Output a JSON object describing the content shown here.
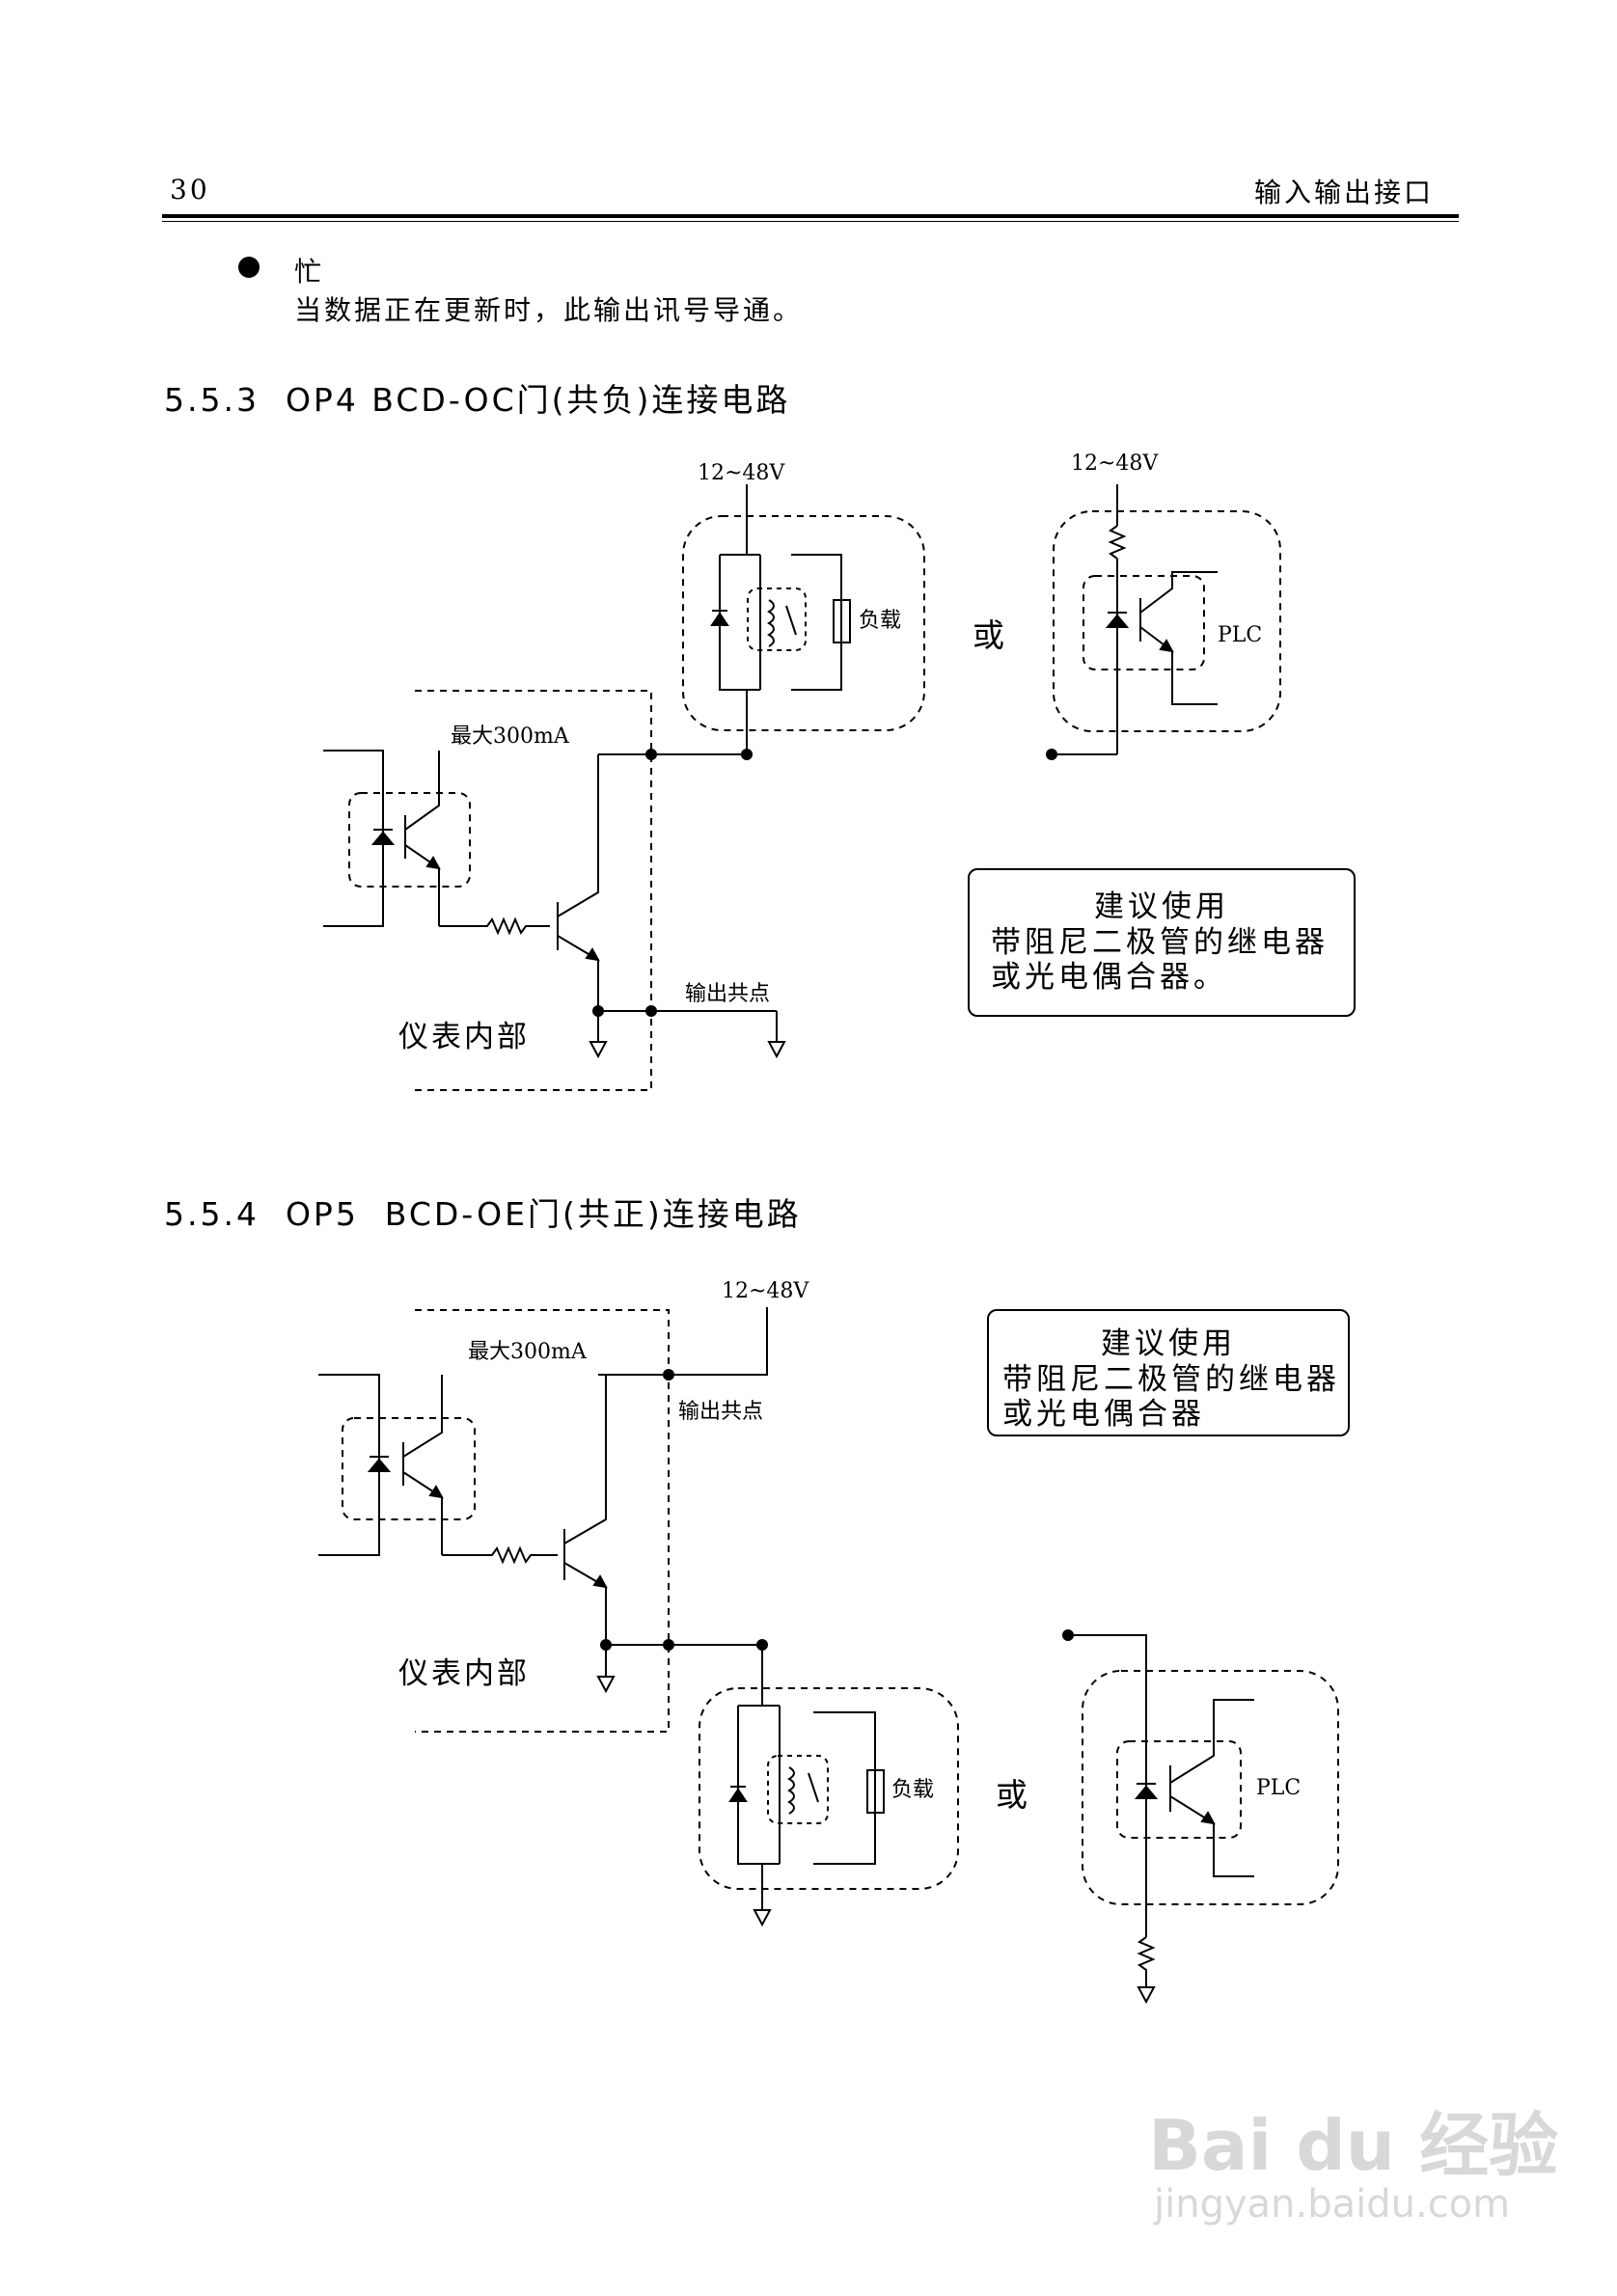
{
  "header": {
    "page_number": "30",
    "chapter_title": "输入输出接口"
  },
  "intro": {
    "bullet_title": "忙",
    "bullet_text": "当数据正在更新时，此输出讯号导通。"
  },
  "section1": {
    "title": "5.5.3  OP4 BCD-OC门(共负)连接电路",
    "supply_label": "12~48V",
    "load_label": "负载",
    "or_label": "或",
    "plc_label": "PLC",
    "max_current_label": "最大300mA",
    "common_label": "输出共点",
    "internal_label": "仪表内部",
    "recommend": {
      "title": "建议使用",
      "line1": "带阻尼二极管的继电器",
      "line2": "或光电偶合器。"
    }
  },
  "section2": {
    "title": "5.5.4  OP5  BCD-OE门(共正)连接电路",
    "supply_label": "12~48V",
    "max_current_label": "最大300mA",
    "common_label": "输出共点",
    "internal_label": "仪表内部",
    "load_label": "负载",
    "or_label": "或",
    "plc_label": "PLC",
    "recommend": {
      "title": "建议使用",
      "line1": "带阻尼二极管的继电器",
      "line2": "或光电偶合器"
    }
  },
  "watermark": {
    "brand": "Bai du 经验",
    "url": "jingyan.baidu.com"
  }
}
